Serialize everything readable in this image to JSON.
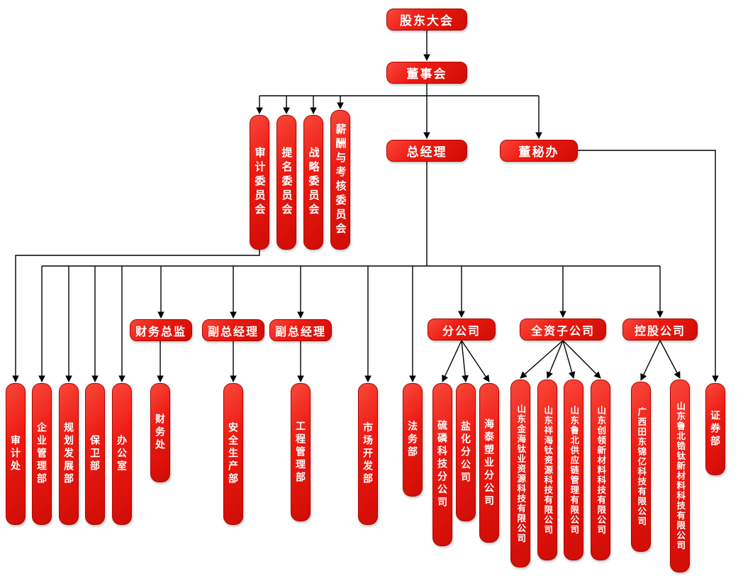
{
  "colors": {
    "box_fill": "#ee1a12",
    "box_border": "#b00600",
    "box_text": "#ffffff",
    "line": "#000000",
    "background": "#ffffff"
  },
  "nodes": {
    "shareholders": "股东大会",
    "board": "董事会",
    "audit_committee": "审计委员会",
    "nomination_committee": "提名委员会",
    "strategy_committee": "战略委员会",
    "remuneration_committee": "薪酬与考核委员会",
    "general_manager": "总经理",
    "board_secretary_office": "董秘办",
    "cfo": "财务总监",
    "deputy_gm_1": "副总经理",
    "deputy_gm_2": "副总经理",
    "branch_companies": "分公司",
    "wholly_owned": "全资子公司",
    "holding": "控股公司",
    "audit_office": "审计处",
    "enterprise_mgmt": "企业管理部",
    "planning_dev": "规划发展部",
    "security_dept": "保卫部",
    "office": "办公室",
    "finance_office": "财务处",
    "safety_production": "安全生产部",
    "engineering_mgmt": "工程管理部",
    "market_dev": "市场开发部",
    "legal_dept": "法务部",
    "sulfur_branch": "硫磷科技分公司",
    "salt_branch": "盐化分公司",
    "haitai_branch": "海泰塑业分公司",
    "jinhai_titanium": "山东金海钛业资源科技有限公司",
    "xianghai_titanium": "山东祥海钛资源科技有限公司",
    "lubei_supply_chain": "山东鲁北供应链管理有限公司",
    "chuangling_materials": "山东创领新材料科技有限公司",
    "guangxi_jinyi": "广西田东锦亿科技有限公司",
    "lubei_zirconium": "山东鲁北锆钛新材料科技有限公司",
    "securities_dept": "证券部"
  }
}
